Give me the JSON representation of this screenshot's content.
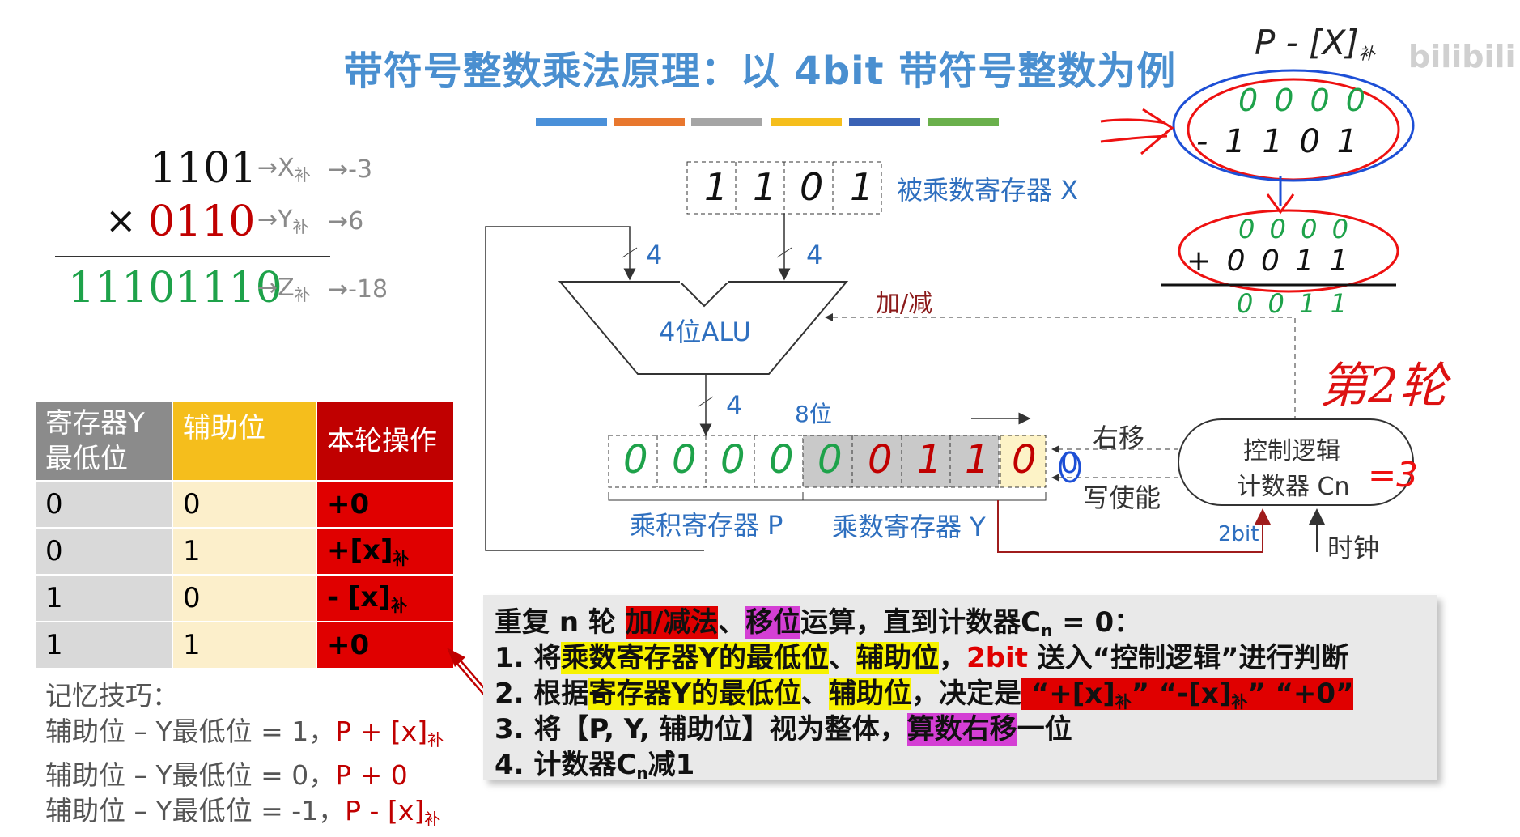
{
  "title": "带符号整数乘法原理：以 4bit 带符号整数为例",
  "colors": {
    "title_blue": "#4a8fd0",
    "bars": [
      "#4a90d9",
      "#e8772e",
      "#a5a5a5",
      "#f5be1c",
      "#3a62b5",
      "#6ab04c"
    ],
    "table_header": [
      "#8b8b8b",
      "#f5be1c",
      "#c00000"
    ],
    "highlight_red": "#e00000",
    "highlight_magenta": "#d43fd4",
    "highlight_yellow": "#f7f200"
  },
  "multiplication": {
    "row1": {
      "value": "1101",
      "tag": "→X",
      "tag_sub": "补",
      "result": "→-3"
    },
    "row2": {
      "op": "×",
      "value": "0110",
      "tag": "→Y",
      "tag_sub": "补",
      "result": "→6"
    },
    "row3": {
      "value": "11101110",
      "tag": "→Z",
      "tag_sub": "补",
      "result": "→-18"
    }
  },
  "rule_table": {
    "headers": [
      "寄存器Y最低位",
      "辅助位",
      "本轮操作"
    ],
    "rows": [
      {
        "y": "0",
        "aux": "0",
        "op": "+0"
      },
      {
        "y": "0",
        "aux": "1",
        "op": "+[x]",
        "op_sub": "补"
      },
      {
        "y": "1",
        "aux": "0",
        "op": "- [x]",
        "op_sub": "补"
      },
      {
        "y": "1",
        "aux": "1",
        "op": "+0"
      }
    ]
  },
  "memo": {
    "title": "记忆技巧：",
    "lines": [
      {
        "text": "辅助位 – Y最低位 = 1，",
        "result": "P + [x]",
        "sub": "补"
      },
      {
        "text": "辅助位 – Y最低位 = 0，",
        "result": "P + 0",
        "sub": ""
      },
      {
        "text": "辅助位 – Y最低位 = -1，",
        "result": "P - [x]",
        "sub": "补"
      }
    ]
  },
  "diagram": {
    "x_register_label": "被乘数寄存器 X",
    "x_bits": [
      "1",
      "1",
      "0",
      "1"
    ],
    "alu_label": "4位ALU",
    "bus_width_left": "4",
    "bus_width_right": "4",
    "bus_width_down": "4",
    "add_sub_label": "加/减",
    "width_label": "8位",
    "p_bits": [
      "0",
      "0",
      "0",
      "0"
    ],
    "y_bits": [
      "0",
      "0",
      "1",
      "1",
      "0"
    ],
    "aux_bit": "0",
    "aux_out_bit": "0",
    "p_register_label": "乘积寄存器 P",
    "y_register_label": "乘数寄存器 Y",
    "shift_right_label": "右移",
    "write_enable_label": "写使能",
    "control_line1": "控制逻辑",
    "control_line2": "计数器 Cn",
    "counter_value": "=3",
    "two_bit_label": "2bit",
    "clock_label": "时钟"
  },
  "annotations": {
    "top_formula": "P - [X]",
    "top_formula_sub": "补",
    "row_a": "0 0 0 0",
    "row_b": "- 1 1 0 1",
    "row_c": "0 0 0 0",
    "row_d": "+ 0 0 1 1",
    "row_e": "0 0 1 1",
    "round_label": "第2轮",
    "watermark": "bilibili"
  },
  "info": {
    "line1": {
      "pre": "重复 n 轮 ",
      "hl1": "加/减法",
      "mid": "、",
      "hl2": "移位",
      "post": "运算，直到计数器C",
      "sub": "n",
      "end": " = 0："
    },
    "line2": {
      "pre": "1. 将",
      "hl1": "乘数寄存器Y的最低位",
      "mid": "、",
      "hl2": "辅助位",
      "sep": "，",
      "red": "2bit",
      "post": " 送入“控制逻辑”进行判断"
    },
    "line3": {
      "pre": "2. 根据",
      "hl1": "寄存器Y的最低位",
      "mid": "、",
      "hl2": "辅助位",
      "post": "，决定是",
      "opt1": " “+[x]",
      "opt1_sub": "补",
      "opt1_end": "” ",
      "opt2": " “-[x]",
      "opt2_sub": "补",
      "opt2_end": "” ",
      "opt3": " “+0” "
    },
    "line4": {
      "pre": "3. 将【P, Y, 辅助位】视为整体，",
      "hl": "算数右移",
      "post": "一位"
    },
    "line5": {
      "pre": "4. 计数器C",
      "sub": "n",
      "post": "减1"
    }
  }
}
